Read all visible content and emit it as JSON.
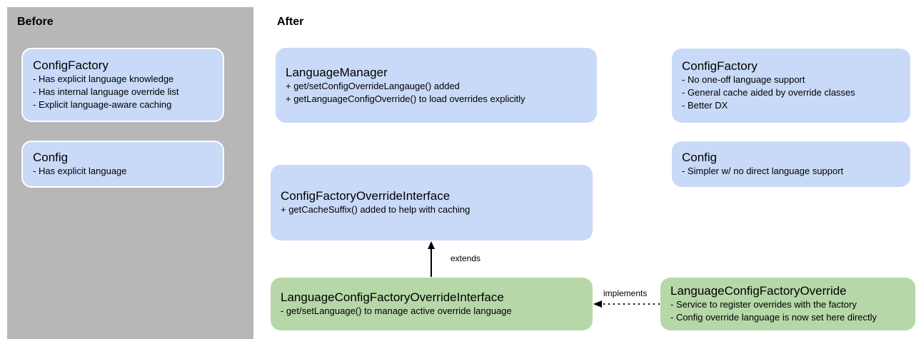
{
  "before": {
    "title": "Before",
    "boxes": [
      {
        "title": "ConfigFactory",
        "lines": [
          "- Has explicit language knowledge",
          "- Has internal language override list",
          "- Explicit language-aware caching"
        ]
      },
      {
        "title": "Config",
        "lines": [
          "- Has explicit language"
        ]
      }
    ]
  },
  "after": {
    "title": "After",
    "boxes": {
      "language_manager": {
        "title": "LanguageManager",
        "lines": [
          "+ get/setConfigOverrideLangauge() added",
          "+ getLanguageConfigOverride() to load overrides explicitly"
        ]
      },
      "config_factory": {
        "title": "ConfigFactory",
        "lines": [
          "- No one-off language support",
          "- General cache aided by override classes",
          "- Better DX"
        ]
      },
      "config": {
        "title": "Config",
        "lines": [
          "- Simpler w/ no direct language support"
        ]
      },
      "config_factory_override_interface": {
        "title": "ConfigFactoryOverrideInterface",
        "lines": [
          "+ getCacheSuffix() added to help with caching"
        ]
      },
      "language_config_factory_override_interface": {
        "title": "LanguageConfigFactoryOverrideInterface",
        "lines": [
          "- get/setLanguage() to manage active override language"
        ]
      },
      "language_config_factory_override": {
        "title": "LanguageConfigFactoryOverride",
        "lines": [
          "- Service to register overrides with the factory",
          "- Config override language is now set here directly"
        ]
      }
    }
  },
  "edges": {
    "extends": {
      "label": "extends",
      "style": "solid",
      "from": "LanguageConfigFactoryOverrideInterface",
      "to": "ConfigFactoryOverrideInterface"
    },
    "implements": {
      "label": "implements",
      "style": "dotted",
      "from": "LanguageConfigFactoryOverride",
      "to": "LanguageConfigFactoryOverrideInterface"
    }
  },
  "colors": {
    "before_panel": "#b7b7b7",
    "blue_box": "#c9daf8",
    "green_box": "#b6d7a8",
    "box_border": "#ffffff"
  }
}
